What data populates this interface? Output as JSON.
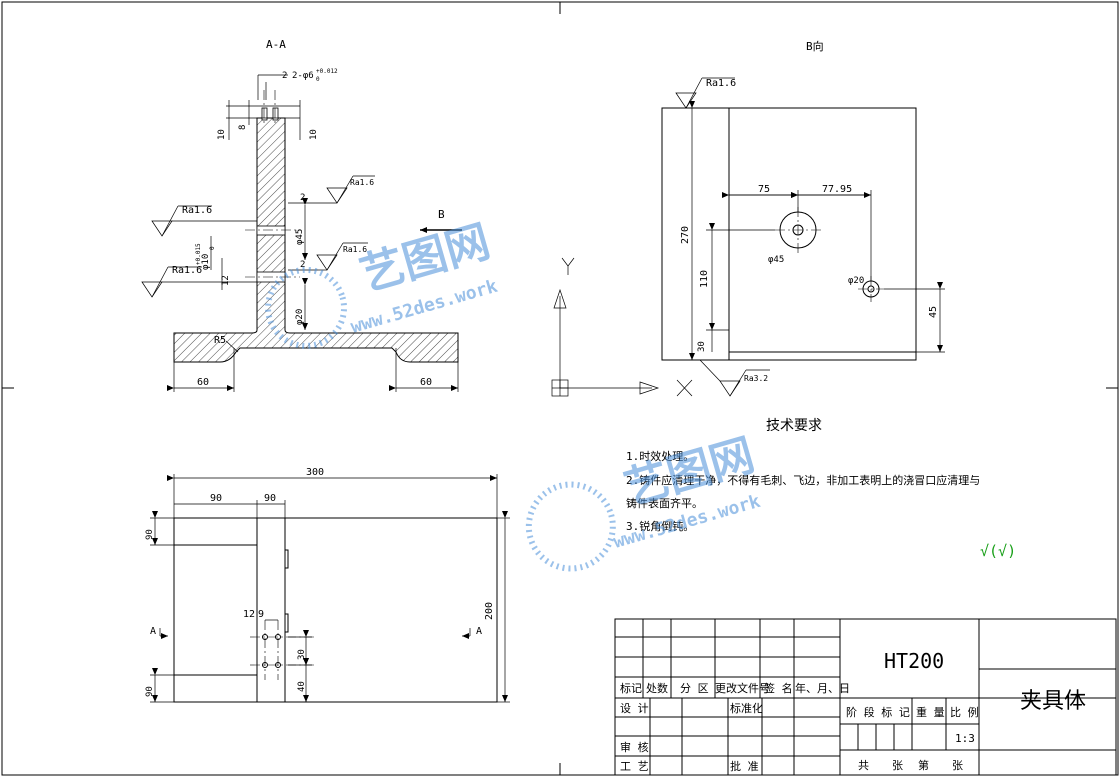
{
  "views": {
    "section_title": "A-A",
    "view_b_title": "B向",
    "b_arrow_label": "B"
  },
  "section_view": {
    "dims": {
      "d_62": "2-φ6",
      "tol_62": "+0.012",
      "tol_62b": "0",
      "d_10_left": "10",
      "d_8": "8",
      "d_10_right": "10",
      "d_2_top": "2",
      "d_2_mid": "2",
      "d_45": "φ45",
      "d_20": "φ20",
      "d_10_bore": "φ10",
      "d_10_tol": "+0.015",
      "d_10_tol2": "0",
      "d_12": "12",
      "d_r5": "R5",
      "d_60_left": "60",
      "d_60_right": "60",
      "d_2_small": "2"
    },
    "roughness": {
      "r1": "Ra1.6",
      "r2": "Ra1.6",
      "r3": "Ra1.6",
      "r4": "Ra1.6"
    }
  },
  "view_b": {
    "roughness_top": "Ra1.6",
    "roughness_bottom": "Ra3.2",
    "dims": {
      "d_75": "75",
      "d_77": "77.95",
      "d_270": "270",
      "d_45c": "φ45",
      "d_110": "110",
      "d_20c": "φ20",
      "d_45": "45",
      "d_30": "30"
    }
  },
  "axes": {
    "y_label": "Y",
    "x_label": "X"
  },
  "plan_view": {
    "dims": {
      "d_300": "300",
      "d_90a": "90",
      "d_90b": "90",
      "d_90_left_top": "90",
      "d_90_left_bot": "90",
      "d_200": "200",
      "d_12": "12",
      "d_9": "9",
      "d_30": "30",
      "d_40": "40"
    },
    "section_mark_left": "A",
    "section_mark_right": "A"
  },
  "tech_req": {
    "title": "技术要求",
    "line1": "1.时效处理。",
    "line2": "2.铸件应清理干净，不得有毛刺、飞边，非加工表明上的浇冒口应清理与",
    "line2b": "铸件表面齐平。",
    "line3": "3.锐角倒钝。"
  },
  "check_mark": "√(√)",
  "watermark": {
    "brand": "艺图网",
    "url": "www.52des.work"
  },
  "title_block": {
    "material": "HT200",
    "part_name": "夹具体",
    "h_mark": "标记",
    "h_count": "处数",
    "h_zone": "分 区",
    "h_docno": "更改文件号",
    "h_sign": "签 名",
    "h_date": "年、月、日",
    "design": "设 计",
    "standard": "标准化",
    "review": "审 核",
    "process": "工 艺",
    "approve": "批 准",
    "stage_mark": "阶 段 标 记",
    "weight": "重 量",
    "scale_label": "比 例",
    "scale": "1:3",
    "total": "共",
    "sheet_unit": "张",
    "sheet_no": "第",
    "sheet_unit2": "张"
  },
  "colors": {
    "line": "#000000",
    "watermark": "#4a90d9",
    "check": "#1aa01a"
  }
}
